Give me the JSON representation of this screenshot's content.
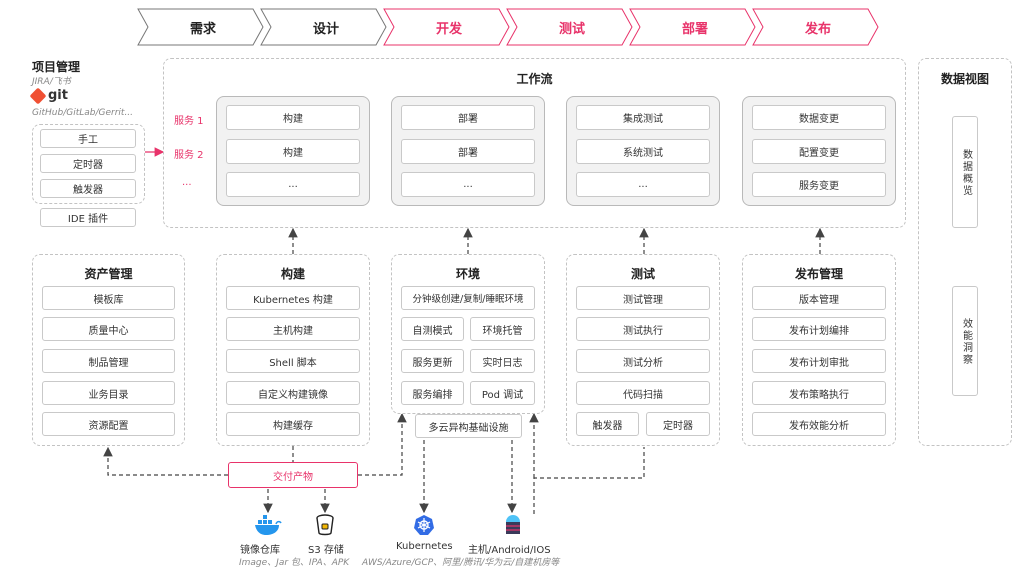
{
  "stages": [
    "需求",
    "设计",
    "开发",
    "测试",
    "部署",
    "发布"
  ],
  "left": {
    "pm_title": "项目管理",
    "pm_sub": "JIRA/飞书",
    "git_logo": "git",
    "git_sub": "GitHub/GitLab/Gerrit...",
    "triggers": [
      "手工",
      "定时器",
      "触发器"
    ],
    "ide": "IDE 插件"
  },
  "workflow": {
    "title": "工作流",
    "services": [
      "服务 1",
      "服务 2",
      "..."
    ],
    "columns": [
      [
        "构建",
        "构建",
        "..."
      ],
      [
        "部署",
        "部署",
        "..."
      ],
      [
        "集成测试",
        "系统测试",
        "..."
      ],
      [
        "数据变更",
        "配置变更",
        "服务变更"
      ]
    ]
  },
  "data_view": {
    "title": "数据视图",
    "items": [
      "数据概览",
      "效能洞察"
    ]
  },
  "assets": {
    "title": "资产管理",
    "items": [
      "模板库",
      "质量中心",
      "制品管理",
      "业务目录",
      "资源配置"
    ]
  },
  "build": {
    "title": "构建",
    "items": [
      "Kubernetes 构建",
      "主机构建",
      "Shell 脚本",
      "自定义构建镜像",
      "构建缓存"
    ]
  },
  "env": {
    "title": "环境",
    "top": "分钟级创建/复制/睡眠环境",
    "grid": [
      "自测模式",
      "环境托管",
      "服务更新",
      "实时日志",
      "服务编排",
      "Pod 调试"
    ],
    "infra": "多云异构基础设施"
  },
  "test": {
    "title": "测试",
    "items": [
      "测试管理",
      "测试执行",
      "测试分析",
      "代码扫描"
    ],
    "bottom": [
      "触发器",
      "定时器"
    ]
  },
  "release": {
    "title": "发布管理",
    "items": [
      "版本管理",
      "发布计划编排",
      "发布计划审批",
      "发布策略执行",
      "发布效能分析"
    ]
  },
  "delivery": "交付产物",
  "bottom": {
    "registry": "镜像仓库",
    "s3": "S3 存储",
    "storage_sub": "Image、Jar 包、IPA、APK",
    "k8s": "Kubernetes",
    "host": "主机/Android/IOS",
    "cloud_sub": "AWS/Azure/GCP、阿里/腾讯/华为云/自建机房等"
  },
  "colors": {
    "accent": "#e8336a",
    "border": "#c3c3c3",
    "k8s": "#326ce5",
    "docker": "#2496ed"
  }
}
